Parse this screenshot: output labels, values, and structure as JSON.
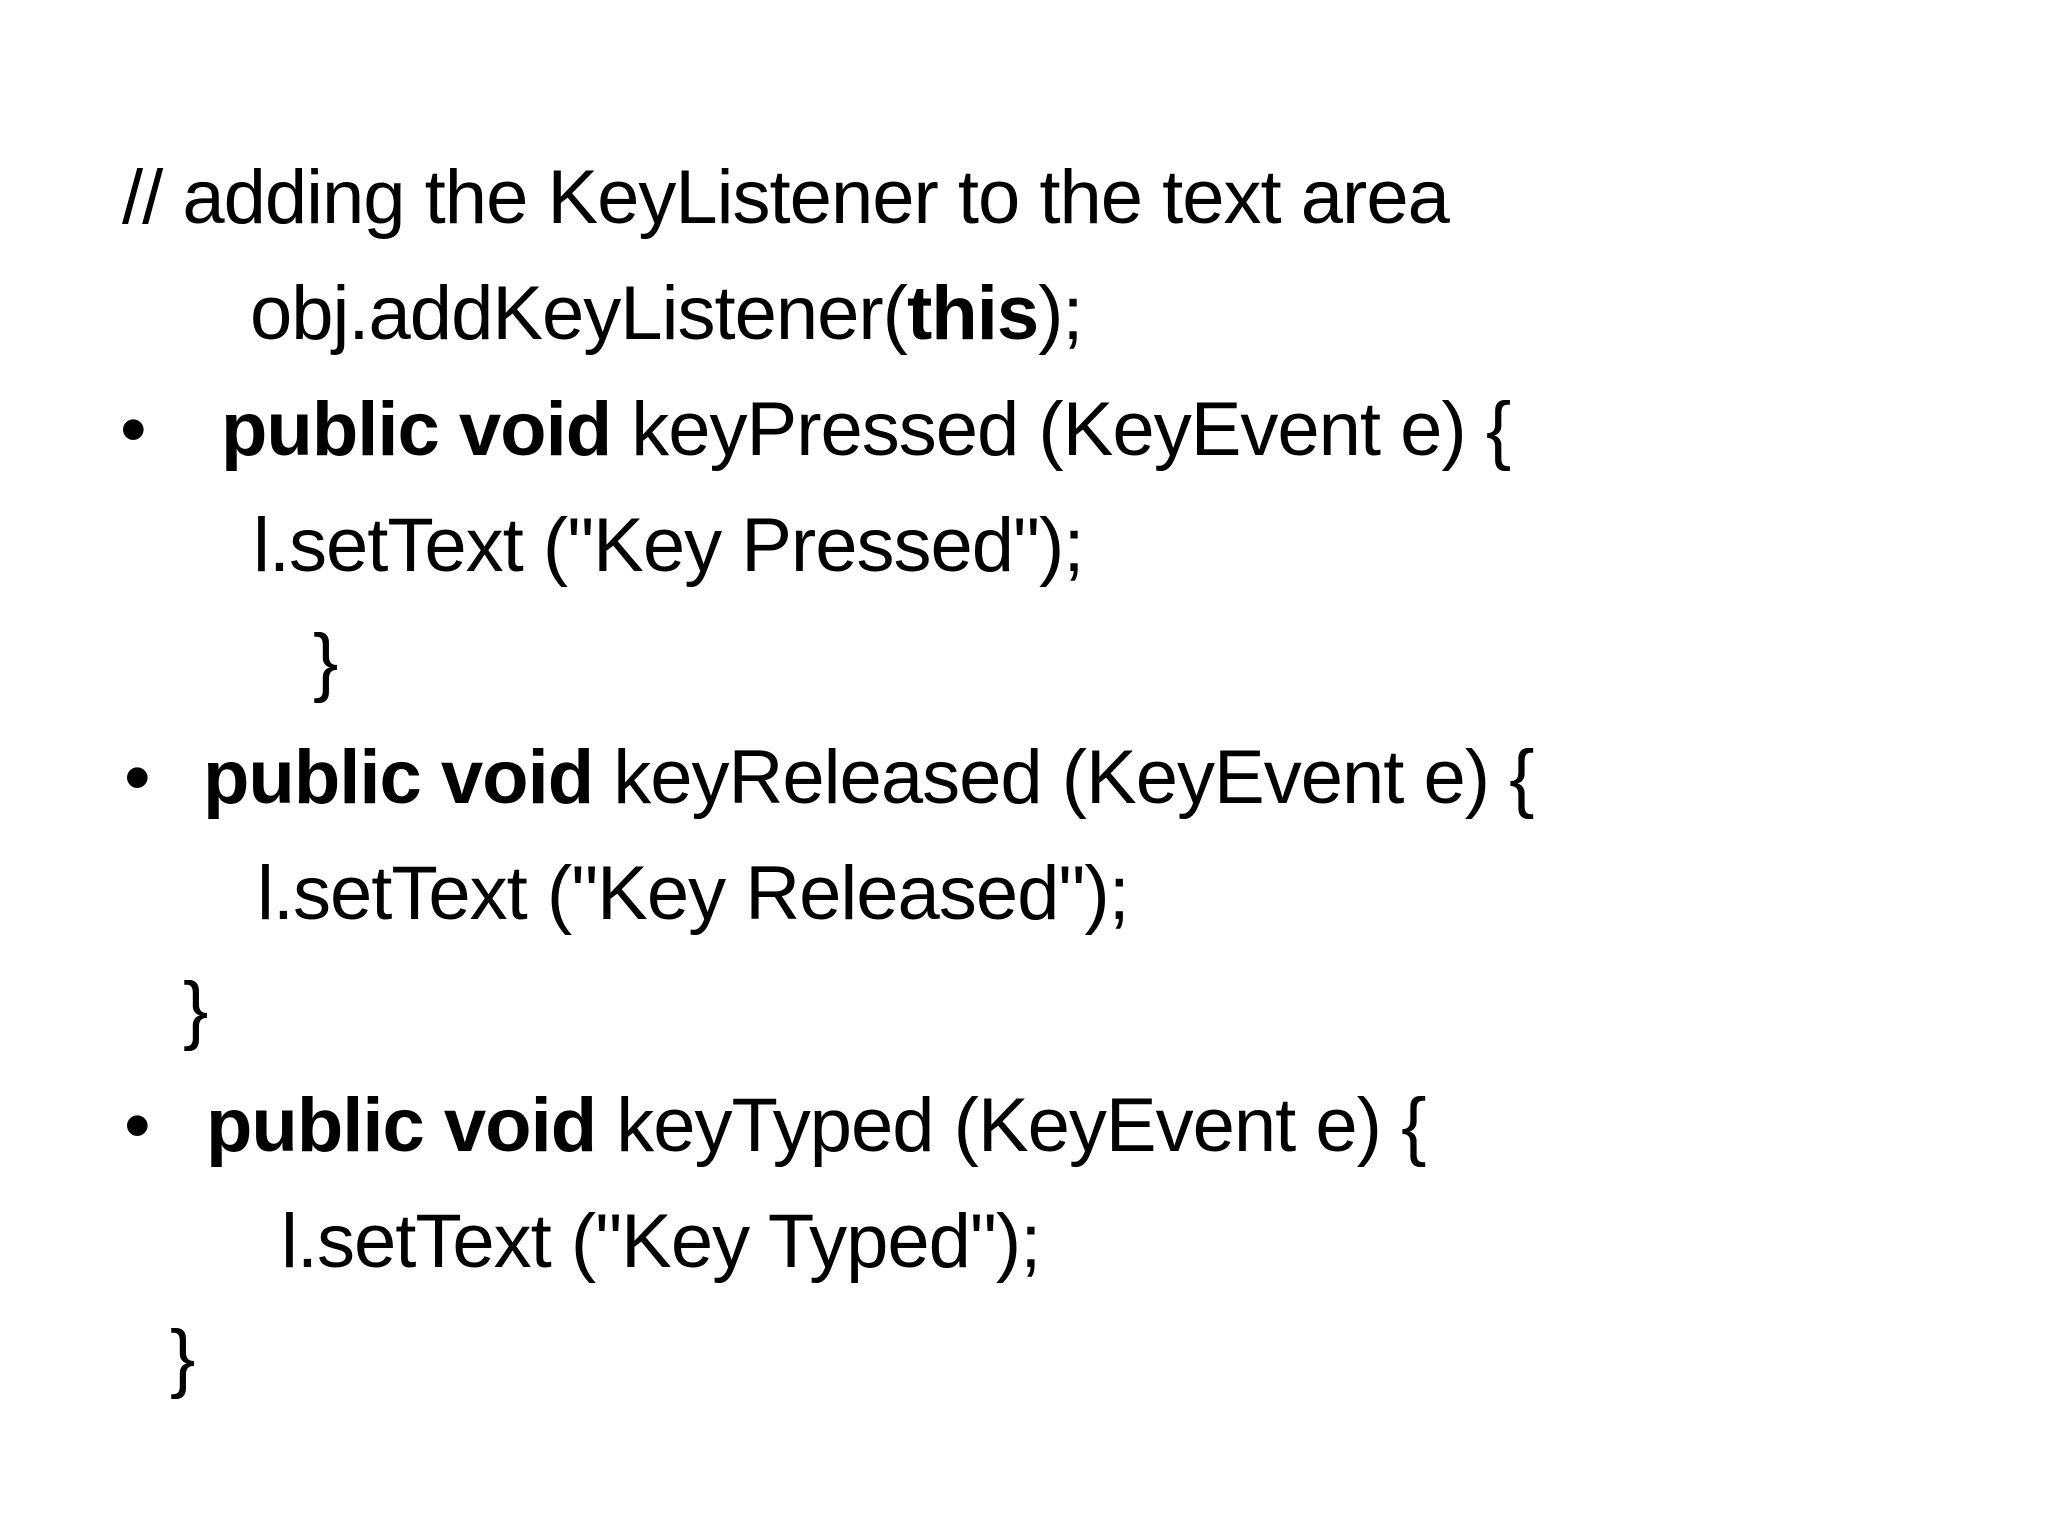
{
  "slide": {
    "background_color": "#ffffff",
    "text_color": "#000000",
    "bullet_glyph": "•",
    "code": {
      "comment": "// adding the KeyListener to the text area",
      "registration": {
        "pre": "obj.addKeyListener(",
        "keyword": "this",
        "post": ");"
      },
      "methods": [
        {
          "keyword": "public void",
          "signature": " keyPressed (KeyEvent e) {",
          "body": "l.setText (\"Key Pressed\");",
          "close": "}"
        },
        {
          "keyword": "public void",
          "signature": " keyReleased (KeyEvent e) {",
          "body": "l.setText (\"Key Released\");",
          "close": "}"
        },
        {
          "keyword": "public void",
          "signature": " keyTyped (KeyEvent e) {",
          "body": "l.setText (\"Key Typed\");",
          "close": "}"
        }
      ]
    }
  }
}
